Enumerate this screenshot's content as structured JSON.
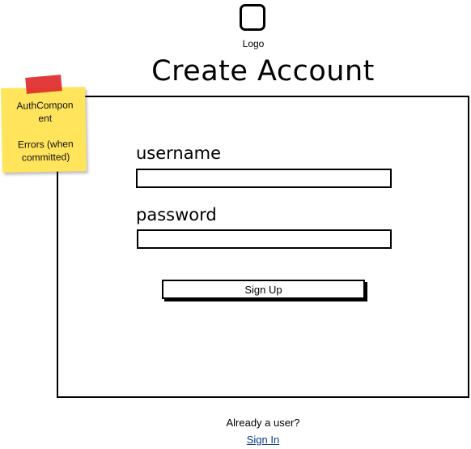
{
  "logo": {
    "label": "Logo"
  },
  "page": {
    "title": "Create Account"
  },
  "form": {
    "username_label": "username",
    "username_value": "",
    "password_label": "password",
    "password_value": "",
    "signup_label": "Sign Up"
  },
  "footer": {
    "already_text": "Already a user?",
    "signin_link": "Sign In"
  },
  "sticky_note": {
    "line1": "AuthCompon",
    "line2": "ent",
    "line3": "Errors (when",
    "line4": "committed)"
  },
  "colors": {
    "sticky_background": "#ffe45c",
    "sticky_tape": "#e02a2a",
    "link": "#0a3f8c"
  }
}
